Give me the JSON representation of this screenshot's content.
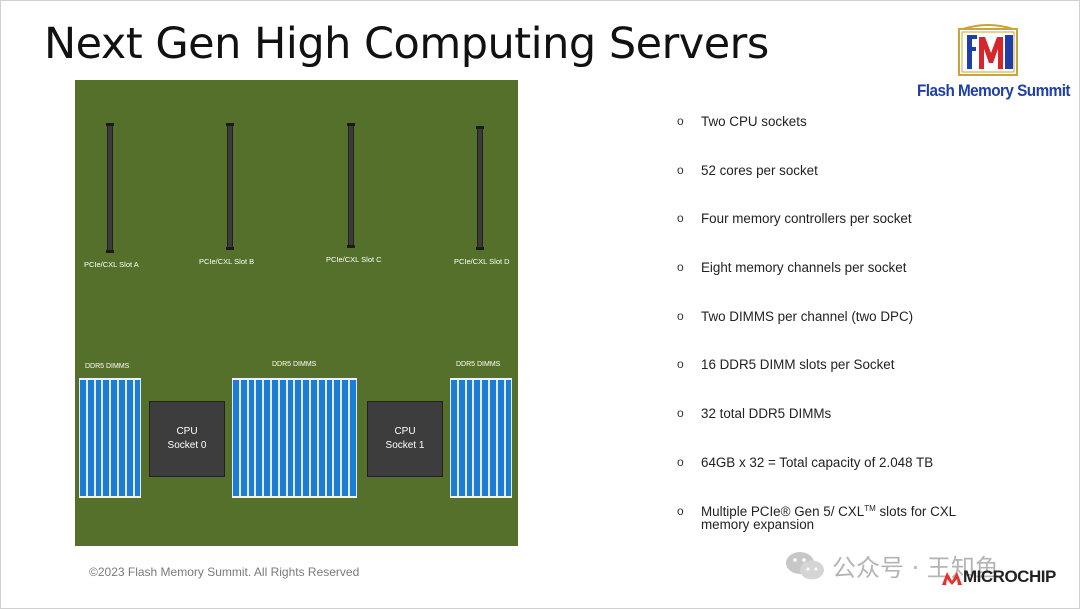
{
  "slide": {
    "title": "Next Gen High Computing Servers",
    "logo": {
      "text": "Flash Memory Summit",
      "colors": {
        "blue": "#1f3fa6",
        "red": "#d7262b",
        "gold": "#c9a43a"
      }
    },
    "board": {
      "background": "#55702b",
      "slots": [
        {
          "label": "PCIe/CXL Slot A"
        },
        {
          "label": "PCIe/CXL Slot B"
        },
        {
          "label": "PCIe/CXL Slot C"
        },
        {
          "label": "PCIe/CXL Slot D"
        }
      ],
      "dimm_groups": [
        {
          "label": "DDR5 DIMMS"
        },
        {
          "label": "DDR5 DIMMS"
        },
        {
          "label": "DDR5 DIMMS"
        }
      ],
      "cpus": [
        {
          "line1": "CPU",
          "line2": "Socket 0"
        },
        {
          "line1": "CPU",
          "line2": "Socket 1"
        }
      ]
    },
    "bullets": [
      {
        "mark": "o",
        "text": "Two CPU sockets"
      },
      {
        "mark": "o",
        "text": "52 cores per socket"
      },
      {
        "mark": "o",
        "text": "Four memory controllers per socket"
      },
      {
        "mark": "o",
        "text": "Eight memory channels per socket"
      },
      {
        "mark": "o",
        "text": "Two DIMMS per channel (two DPC)"
      },
      {
        "mark": "o",
        "text": "16 DDR5 DIMM slots per Socket"
      },
      {
        "mark": "o",
        "text": "32 total DDR5 DIMMs"
      },
      {
        "mark": "o",
        "text": "64GB x 32 = Total capacity of 2.048 TB"
      },
      {
        "mark": "o",
        "text_a": "Multiple PCIe® Gen 5/ CXL",
        "sup": "TM",
        "text_b": " slots for CXL memory expansion"
      }
    ],
    "footer": "©2023 Flash Memory Summit. All Rights Reserved",
    "watermark": {
      "text": "公众号 · 王知鱼",
      "icon": "wechat-icon"
    },
    "brand": {
      "text": "MICROCHIP",
      "color": "#e4322b"
    }
  }
}
